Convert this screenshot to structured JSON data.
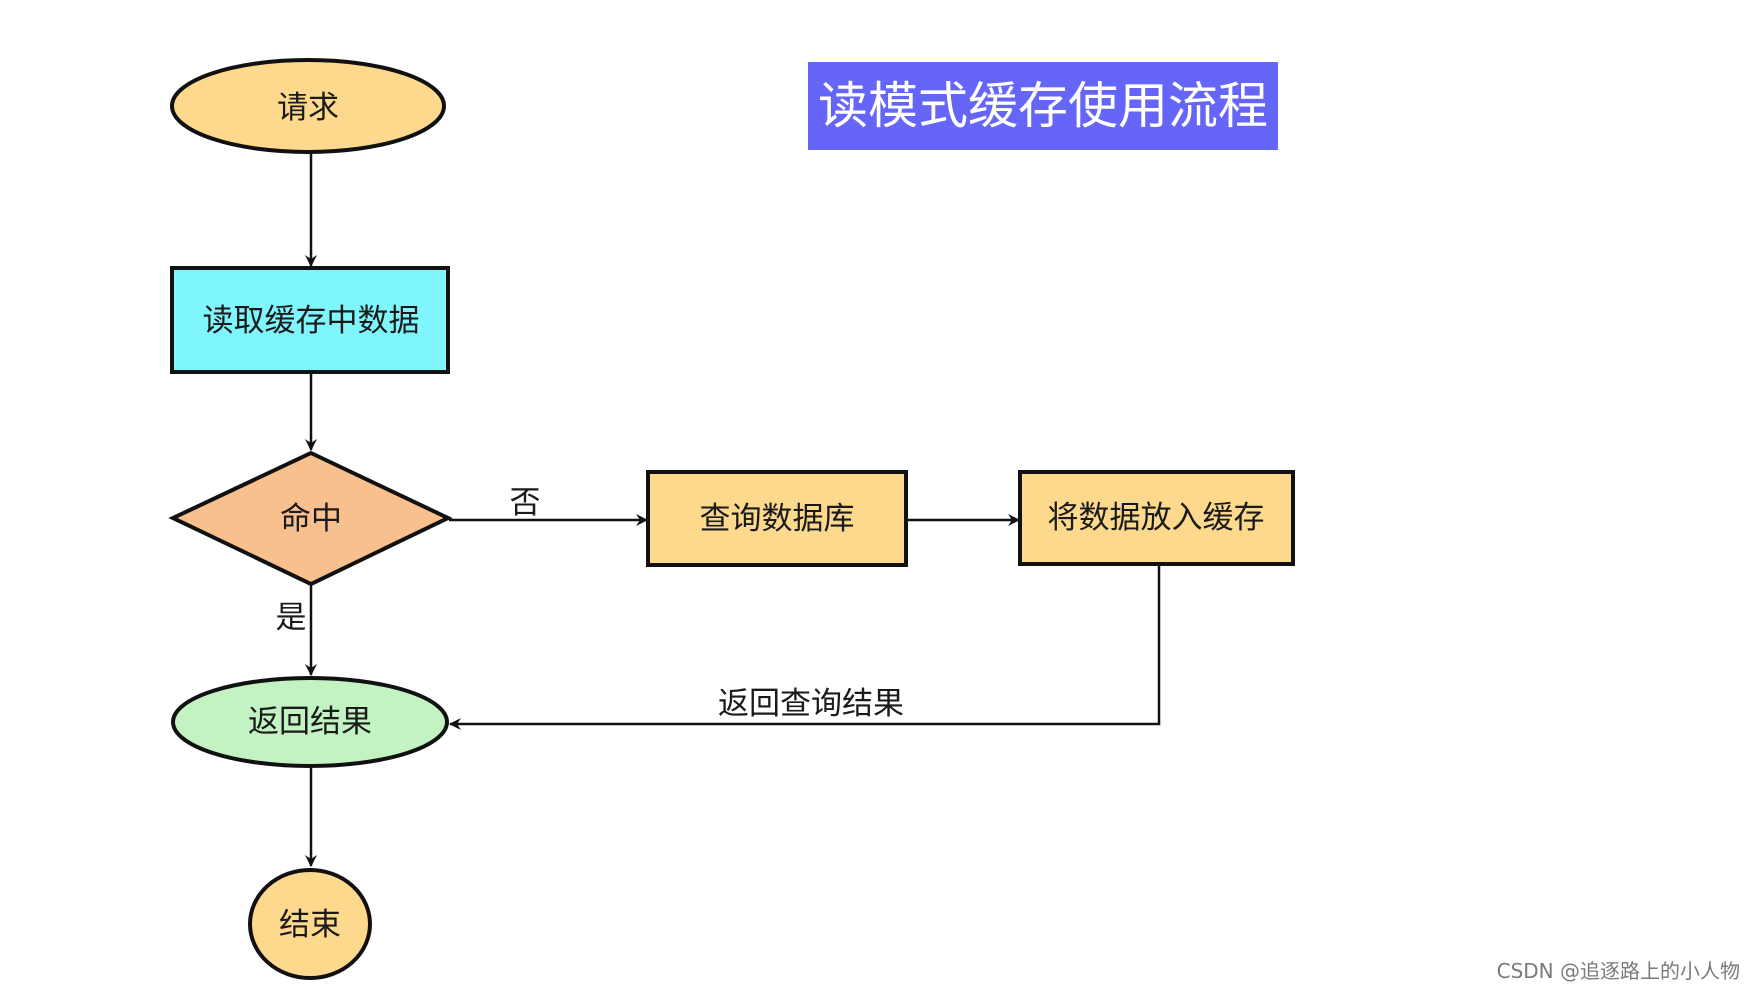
{
  "title": "读模式缓存使用流程",
  "nodes": {
    "request": "请求",
    "read_cache": "读取缓存中数据",
    "hit": "命中",
    "query_db": "查询数据库",
    "put_cache": "将数据放入缓存",
    "return_result": "返回结果",
    "end": "结束"
  },
  "edges": {
    "no": "否",
    "yes": "是",
    "return_query_result": "返回查询结果"
  },
  "watermark": "CSDN @追逐路上的小人物",
  "colors": {
    "title_bg": "#6565f7",
    "terminal_yellow": "#fcd98c",
    "process_cyan": "#7ef6fb",
    "decision_orange": "#f9c08f",
    "process_yellow": "#fcd98c",
    "terminal_green": "#c3f2c3",
    "stroke": "#111111"
  }
}
